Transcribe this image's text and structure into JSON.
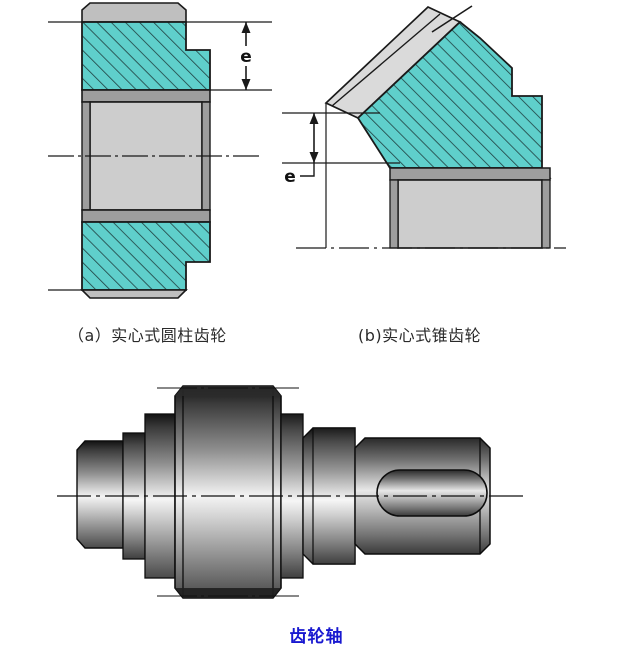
{
  "figures": {
    "spur_gear": {
      "name": "solid-spur-gear-section",
      "dimension_label": "e",
      "caption": "（a）实心式圆柱齿轮",
      "hatch_color": "#5FCFCB",
      "body_gray": "#CDCDCD",
      "rim_gray": "#A6A6A6",
      "line_color": "#1a1a1a"
    },
    "bevel_gear": {
      "name": "solid-bevel-gear-section",
      "dimension_label": "e",
      "caption": "(b)实心式锥齿轮",
      "hatch_color": "#5FCFCB",
      "body_gray": "#CDCDCD",
      "rim_gray": "#A6A6A6",
      "line_color": "#1a1a1a"
    },
    "gear_shaft": {
      "name": "gear-shaft-3d-render",
      "caption": "齿轮轴",
      "caption_color": "#1818d0",
      "metal_light": "#f2f2f2",
      "metal_mid": "#8c8c8c",
      "metal_dark": "#111111"
    }
  }
}
